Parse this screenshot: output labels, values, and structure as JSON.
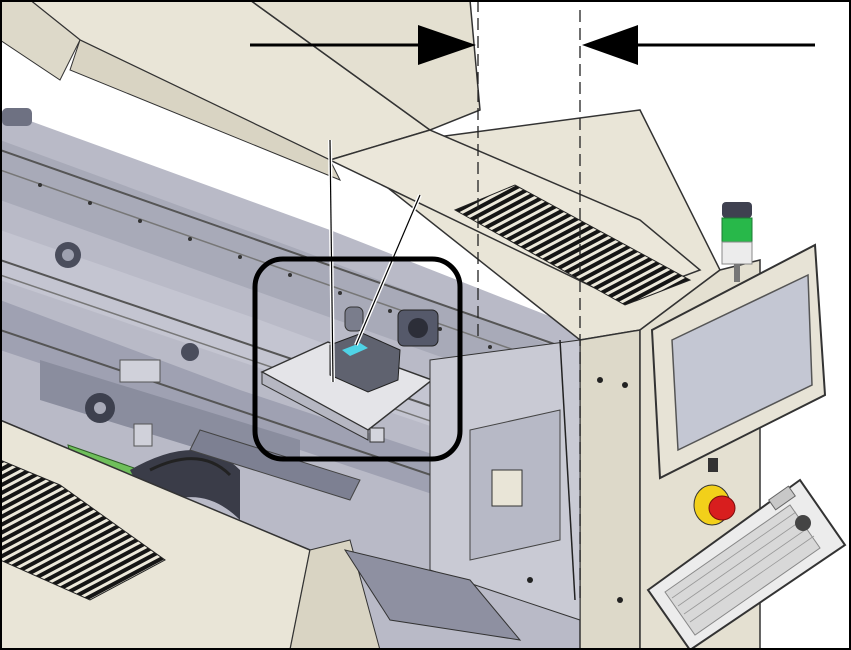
{
  "figure": {
    "kind": "technical-illustration",
    "subject": "assembly-machine",
    "colors": {
      "border": "#000000",
      "cover": "#e9e5d7",
      "cover_shadow": "#d9d4c3",
      "metal": "#c9cad4",
      "metal_dark": "#9a9cab",
      "vent": "#1c1c1c",
      "signal_green": "#28b84a",
      "estop_red": "#d81e1e",
      "estop_yellow": "#f2d01a",
      "highlight_cyan": "#4fd3e6",
      "pcb_green": "#6fbf5b",
      "screen": "#c4c7d3"
    },
    "callouts": {
      "arrow_left_points": "right",
      "arrow_right_points": "left",
      "dashed_guides": 2,
      "focus_box": "rounded-rectangle",
      "leader_lines": 2
    },
    "icons": [
      "signal-tower-icon",
      "emergency-stop-icon",
      "keyboard-icon",
      "touchscreen-monitor-icon"
    ]
  }
}
